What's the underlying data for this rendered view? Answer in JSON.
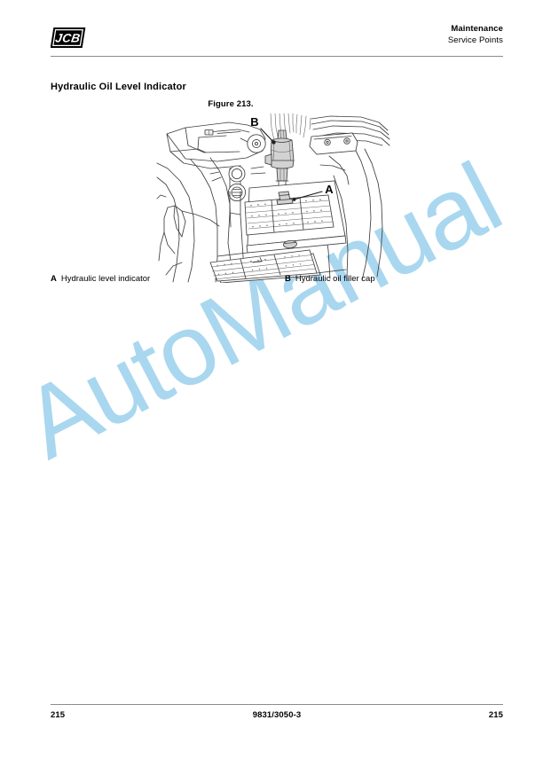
{
  "document": {
    "background_color": "#ffffff",
    "rule_color": "#8c8c8c"
  },
  "header": {
    "logo_text": "JCB",
    "logo_name": "jcb-logo",
    "title": "Maintenance",
    "subtitle": "Service Points"
  },
  "section": {
    "heading": "Hydraulic Oil Level Indicator"
  },
  "figure": {
    "caption": "Figure 213.",
    "callouts": [
      {
        "key": "A",
        "label": "A"
      },
      {
        "key": "B",
        "label": "B"
      }
    ]
  },
  "legend": {
    "items": [
      {
        "key": "A",
        "text": "Hydraulic level indicator"
      },
      {
        "key": "B",
        "text": "Hydraulic oil filler cap"
      }
    ]
  },
  "watermark": {
    "text": "AutoManual",
    "color": "#a9d7ef"
  },
  "footer": {
    "page_left": "215",
    "publication": "9831/3050-3",
    "page_right": "215"
  }
}
